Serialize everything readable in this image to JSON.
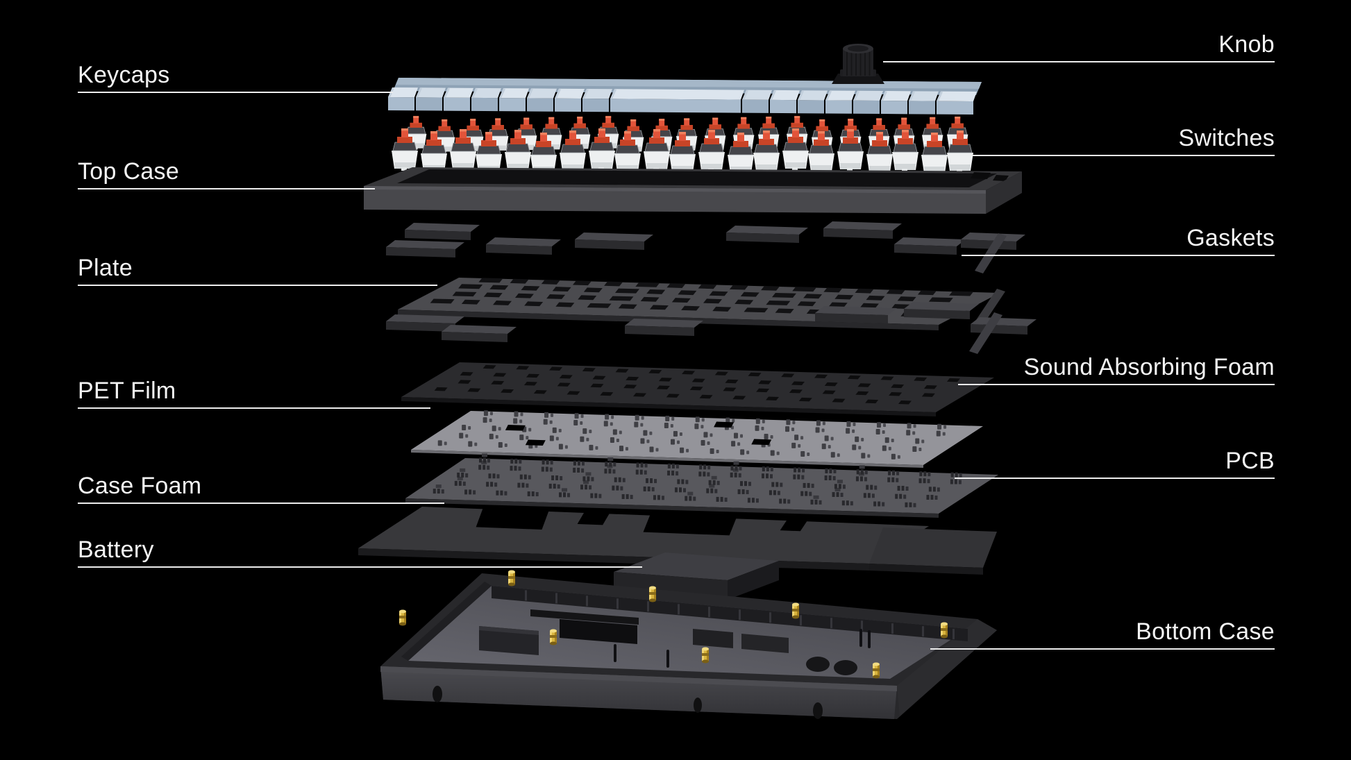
{
  "diagram": {
    "background_color": "#000000",
    "line_color": "#ededed",
    "text_color": "#f4f4f4",
    "labels": {
      "knob": "Knob",
      "keycaps": "Keycaps",
      "switches": "Switches",
      "top_case": "Top Case",
      "gaskets": "Gaskets",
      "plate": "Plate",
      "sound_absorbing_foam": "Sound Absorbing Foam",
      "pet_film": "PET Film",
      "pcb": "PCB",
      "case_foam": "Case Foam",
      "battery": "Battery",
      "bottom_case": "Bottom Case"
    },
    "accent_colors": {
      "keycap_blue": "#c3d1df",
      "switch_red": "#e2543a",
      "screw_gold": "#d9b53e"
    }
  }
}
